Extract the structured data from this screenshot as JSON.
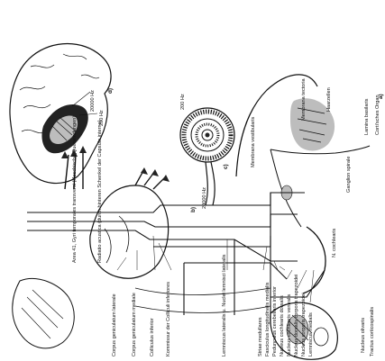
{
  "figure": {
    "sections": {
      "a": "a)",
      "b": "b)",
      "c": "c)",
      "d": "d)"
    },
    "cortex": {
      "freq_high": "20000 Hz",
      "freq_low": "200 Hz"
    },
    "cochlea": {
      "freq_top": "200 Hz",
      "freq_bottom": "20000 Hz"
    },
    "organ": {
      "membrana_tectoria": "Membrana tectoria",
      "haarzellen": "Haarzellen",
      "membrana_vestibularis": "Membrana vestibularis",
      "ganglion_spirale": "Ganglion spirale",
      "lamina_basilaris": "Lamina basilaris",
      "corti_organ": "Corti'sches Organ"
    },
    "labels": {
      "area41": "Area 41, Gyri temporales transversi (Heschische Querwindungen)",
      "radiatio": "Radiatio acustica (durch hinteren Schenkel der Capsula interna)",
      "cgl": "Corpus geniculatum laterale",
      "cgm": "Corpus geniculatum mediale",
      "colliculus": "Colliculus inferior",
      "kommissur": "Kommissur der Colliculi inferiores",
      "lemniscus_lat": "Lemniscus lateralis u. Nuclei lemnisci lateralis",
      "striae": "Striae medullares",
      "fasciculus": "Fasciculus longitudinalis medialis",
      "pedunculus": "Pedunculus cerebellaris inferior",
      "ncd": "Nucleus cochlearis dorsalis",
      "ncv": "Nucleus cochlearis ventralis",
      "nucleus_dorsalis": "Nucleus dorsalis corporis trapezoidei",
      "nucleus_corporis": "Nucleus corporis trapezoidei",
      "lemniscus_med": "Lemniscus medialis",
      "n_cochlearis": "N. cochlearis",
      "olivaris": "Nucleus olivaris",
      "tractus": "Tractus corticospinalis"
    }
  }
}
